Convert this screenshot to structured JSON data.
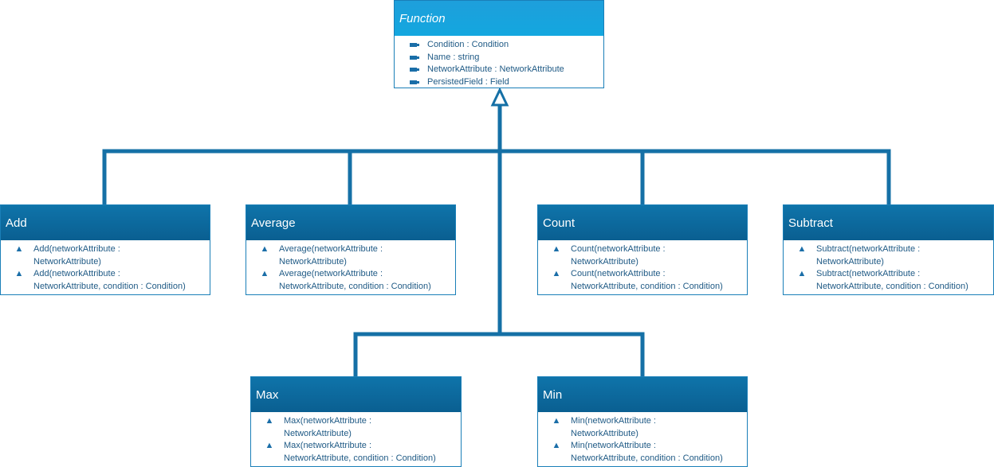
{
  "diagram": {
    "base_class": {
      "name": "Function",
      "properties": [
        "Condition : Condition",
        "Name : string",
        "NetworkAttribute : NetworkAttribute",
        "PersistedField : Field"
      ]
    },
    "derived_classes": [
      {
        "name": "Add",
        "methods": [
          [
            "Add(networkAttribute :",
            "NetworkAttribute)"
          ],
          [
            "Add(networkAttribute :",
            "NetworkAttribute, condition : Condition)"
          ]
        ]
      },
      {
        "name": "Average",
        "methods": [
          [
            "Average(networkAttribute :",
            "NetworkAttribute)"
          ],
          [
            "Average(networkAttribute :",
            "NetworkAttribute, condition : Condition)"
          ]
        ]
      },
      {
        "name": "Count",
        "methods": [
          [
            "Count(networkAttribute :",
            "NetworkAttribute)"
          ],
          [
            "Count(networkAttribute :",
            "NetworkAttribute, condition : Condition)"
          ]
        ]
      },
      {
        "name": "Subtract",
        "methods": [
          [
            "Subtract(networkAttribute :",
            "NetworkAttribute)"
          ],
          [
            "Subtract(networkAttribute :",
            "NetworkAttribute, condition : Condition)"
          ]
        ]
      },
      {
        "name": "Max",
        "methods": [
          [
            "Max(networkAttribute :",
            "NetworkAttribute)"
          ],
          [
            "Max(networkAttribute :",
            "NetworkAttribute, condition : Condition)"
          ]
        ]
      },
      {
        "name": "Min",
        "methods": [
          [
            "Min(networkAttribute :",
            "NetworkAttribute)"
          ],
          [
            "Min(networkAttribute :",
            "NetworkAttribute, condition : Condition)"
          ]
        ]
      }
    ],
    "icons": {
      "property": "property-icon",
      "method": "method-triangle-icon"
    },
    "colors": {
      "connector": "#1570a6",
      "header_dark": "#0a6399",
      "header_light": "#1aa3dd",
      "member_text": "#1f5a85"
    }
  }
}
